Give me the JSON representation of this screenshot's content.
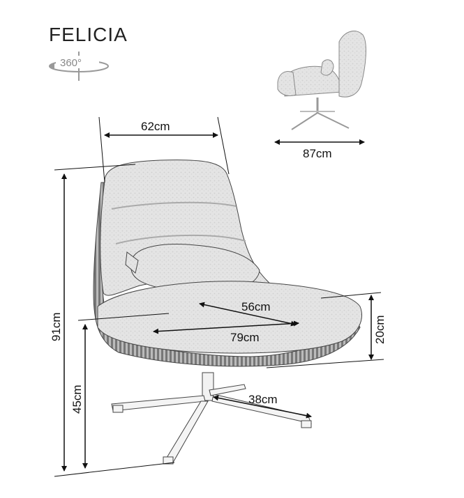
{
  "product": {
    "name": "FELICIA"
  },
  "rotation_badge": {
    "label": "360°",
    "icon": "rotate-360-icon"
  },
  "dimensions": {
    "seat_width": "62cm",
    "overall_depth": "87cm",
    "seat_depth": "56cm",
    "overall_width": "79cm",
    "overall_height": "91cm",
    "seat_height": "45cm",
    "seat_thickness": "20cm",
    "base_radius": "38cm"
  },
  "colors": {
    "upholstery": "#e3e3e3",
    "outline": "#444444",
    "base": "#f4f4f4",
    "dimension_line": "#111111"
  }
}
